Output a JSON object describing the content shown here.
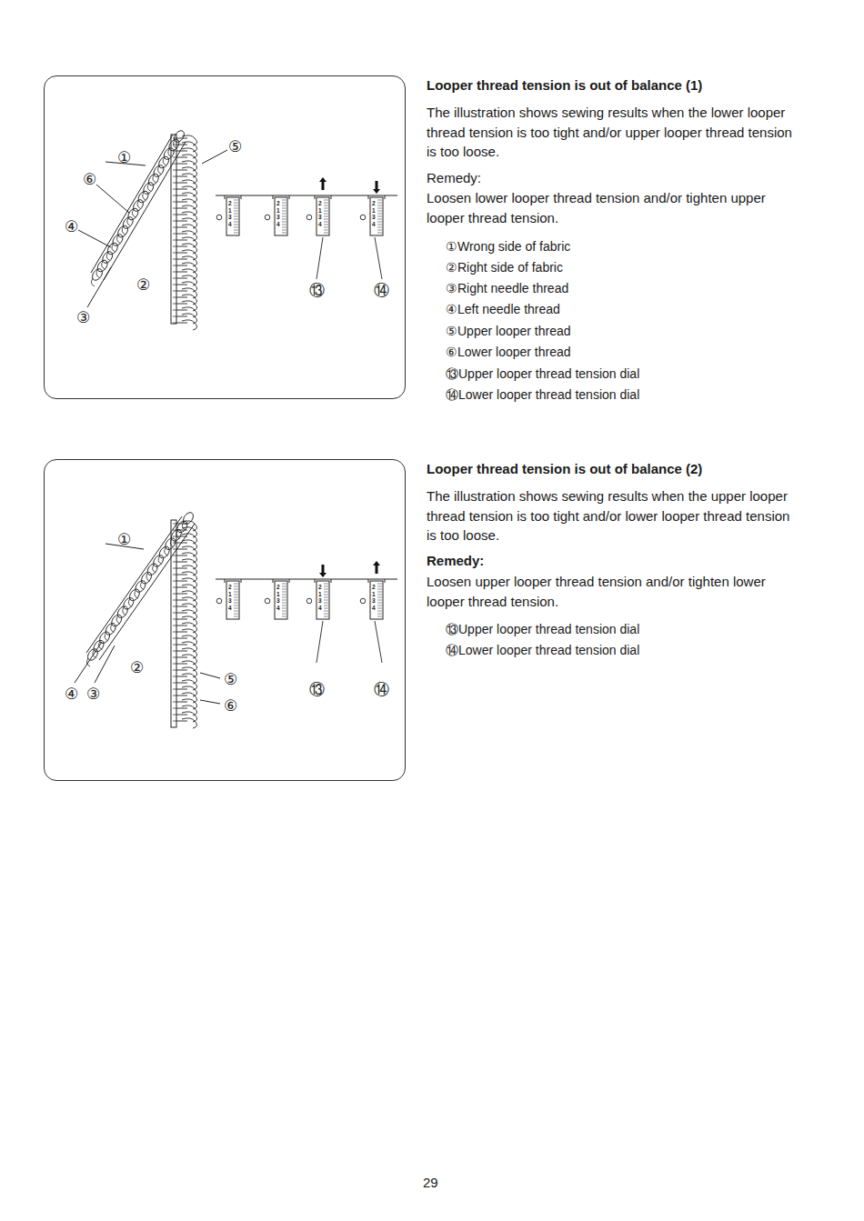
{
  "diagram": {
    "nodes": [
      {
        "text": [
          "①",
          "⑥",
          "④",
          "⑤",
          "②",
          "③",
          "⑬",
          "⑭"
        ]
      },
      {
        "text": [
          "①",
          "②",
          "④",
          "③",
          "⑤",
          "⑥",
          "⑬",
          "⑭"
        ]
      }
    ],
    "labels": [
      "Looper thread tension is out of balance (1)",
      "The illustration shows sewing results when the lower looper thread tension is too tight and/or upper looper thread tension is too loose.",
      "Remedy:",
      "Loosen lower looper thread tension and/or tighten upper looper thread tension.",
      "①Wrong side of fabric",
      "②Right side of fabric",
      "③Right needle thread",
      "④Left needle thread",
      "⑤Upper looper thread",
      "⑥Lower looper thread",
      "⑬Upper looper thread tension dial",
      "⑭Lower looper thread tension dial",
      "Looper thread tension is out of balance (2)",
      "The illustration shows sewing results when the upper looper thread tension is too tight and/or lower looper thread tension is too loose.",
      "Remedy:",
      "Loosen upper looper thread tension and/or tighten lower looper thread tension.",
      "⑬Upper looper thread tension dial",
      "⑭Lower looper thread tension dial",
      "29",
      "2 1 3 4",
      "2 1 3 4",
      "2 1 3 4",
      "2 1 3 4",
      "2 1 3 4",
      "2 1 3 4",
      "2 1 3 4",
      "2 1 3 4"
    ]
  }
}
